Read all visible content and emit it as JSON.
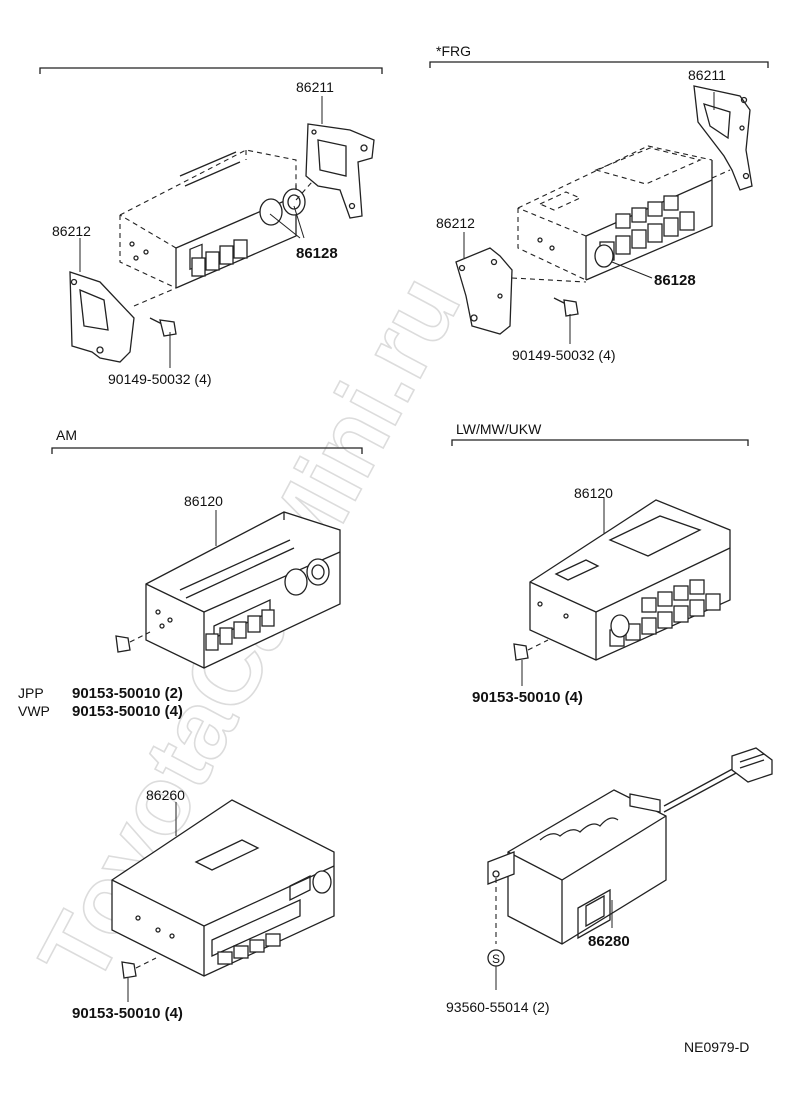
{
  "watermark": "ToyotaCarMini.ru",
  "sections": {
    "frg": "*FRG",
    "am": "AM",
    "lw": "LW/MW/UKW"
  },
  "parts": {
    "p1_86211": "86211",
    "p1_86212": "86212",
    "p1_86128": "86128",
    "p1_screw": "90149-50032 (4)",
    "p2_86211": "86211",
    "p2_86212": "86212",
    "p2_86128": "86128",
    "p2_screw": "90149-50032 (4)",
    "p3_86120": "86120",
    "p3_jpp_region": "JPP",
    "p3_jpp_part": "90153-50010 (2)",
    "p3_vwp_region": "VWP",
    "p3_vwp_part": "90153-50010 (4)",
    "p4_86120": "86120",
    "p4_screw": "90153-50010 (4)",
    "p5_86260": "86260",
    "p5_screw": "90153-50010 (4)",
    "p6_s_symbol": "S",
    "p6_86280": "86280",
    "p6_screw": "93560-55014 (2)"
  },
  "figure_code": "NE0979-D"
}
